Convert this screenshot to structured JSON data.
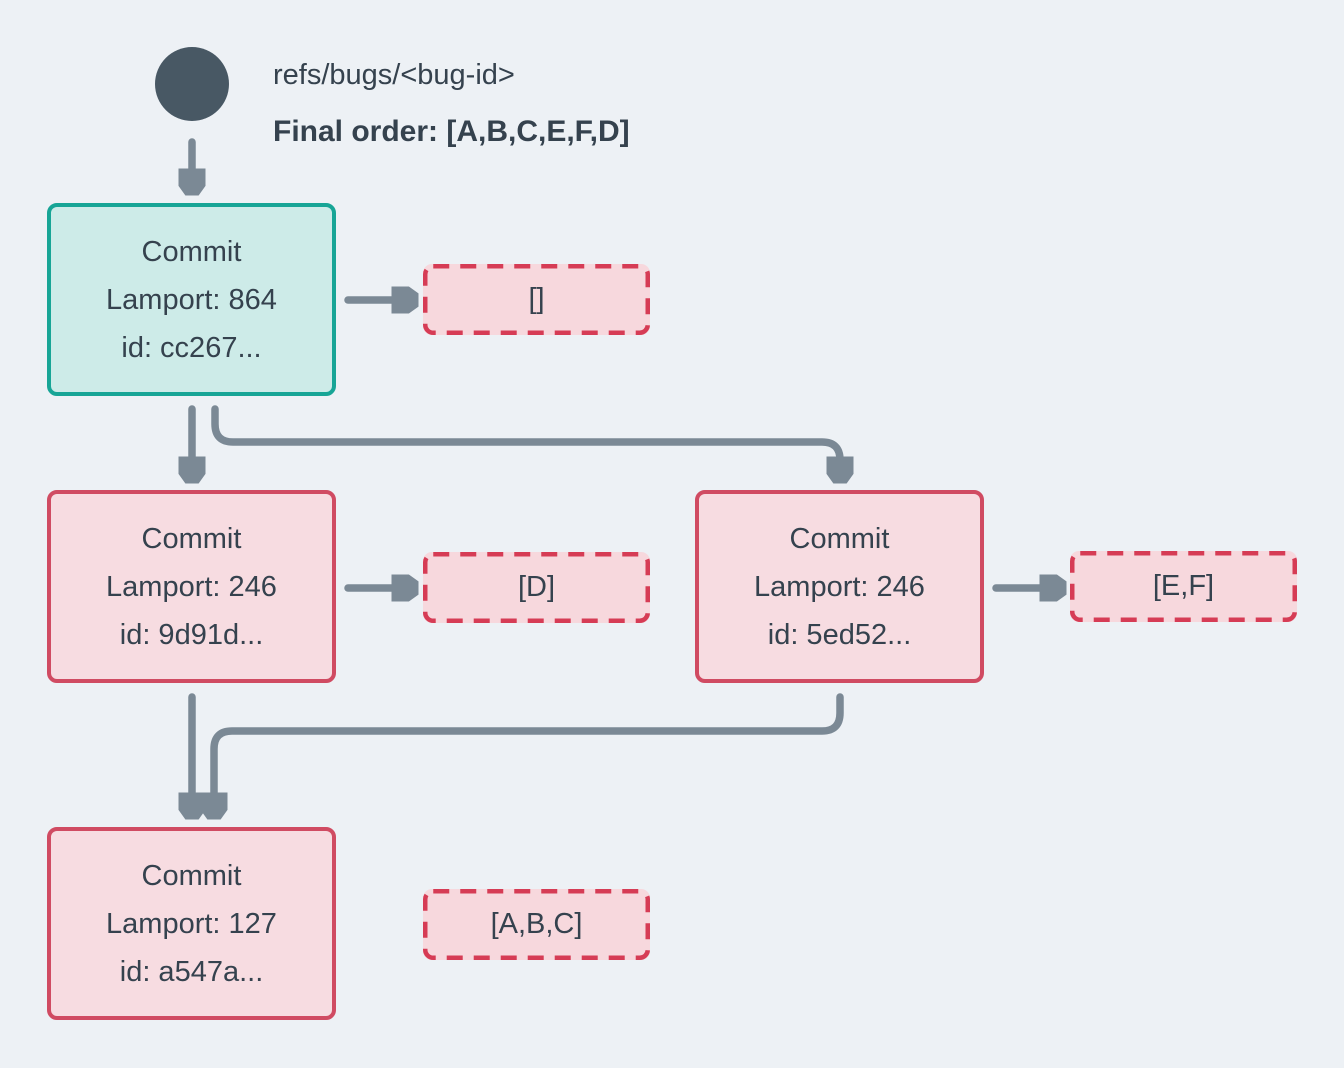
{
  "diagram_title": "commit-dag",
  "header": {
    "ref_label": "refs/bugs/<bug-id>",
    "final_order_label": "Final order: [A,B,C,E,F,D]"
  },
  "commits": [
    {
      "title": "Commit",
      "lamport": "Lamport: 864",
      "id": "id: cc267...",
      "ops": "[]",
      "state": "head"
    },
    {
      "title": "Commit",
      "lamport": "Lamport: 246",
      "id": "id: 9d91d...",
      "ops": "[D]",
      "state": "normal"
    },
    {
      "title": "Commit",
      "lamport": "Lamport: 246",
      "id": "id: 5ed52...",
      "ops": "[E,F]",
      "state": "normal"
    },
    {
      "title": "Commit",
      "lamport": "Lamport: 127",
      "id": "id: a547a...",
      "ops": "[A,B,C]",
      "state": "normal"
    }
  ],
  "edges": [
    "ref -> commit-864",
    "commit-864 -> ops-empty",
    "commit-864 -> commit-246-9d91d",
    "commit-864 -> commit-246-5ed52",
    "commit-246-9d91d -> ops-D",
    "commit-246-5ed52 -> ops-EF",
    "commit-246-9d91d -> commit-127",
    "commit-246-5ed52 -> commit-127",
    "commit-127 -> ops-ABC"
  ],
  "colors": {
    "bg": "#edf1f5",
    "text": "#35424e",
    "circle": "#485864",
    "arrow": "#7b8995",
    "teal-border": "#17a596",
    "teal-fill": "#cdebe8",
    "red-border": "#d04b62",
    "red-fill": "#f7dce1",
    "dash-border": "#d63c55",
    "dash-fill": "#f7d8dd"
  }
}
